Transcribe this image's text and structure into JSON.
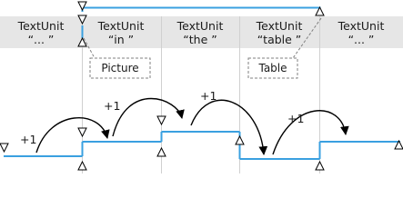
{
  "text_units": [
    {
      "title": "TextUnit",
      "text": "“... ”"
    },
    {
      "title": "TextUnit",
      "text": "“in ”"
    },
    {
      "title": "TextUnit",
      "text": "“the ”"
    },
    {
      "title": "TextUnit",
      "text": "“table ”"
    },
    {
      "title": "TextUnit",
      "text": "“... ”"
    }
  ],
  "callouts": {
    "picture": "Picture",
    "table": "Table"
  },
  "step_labels": [
    "+1",
    "+1",
    "+1",
    "+1"
  ],
  "colors": {
    "header_fill": "#e6e6e6",
    "range_line": "#3aa0e0",
    "divider": "#d0d0d0",
    "stroke": "#000000"
  }
}
